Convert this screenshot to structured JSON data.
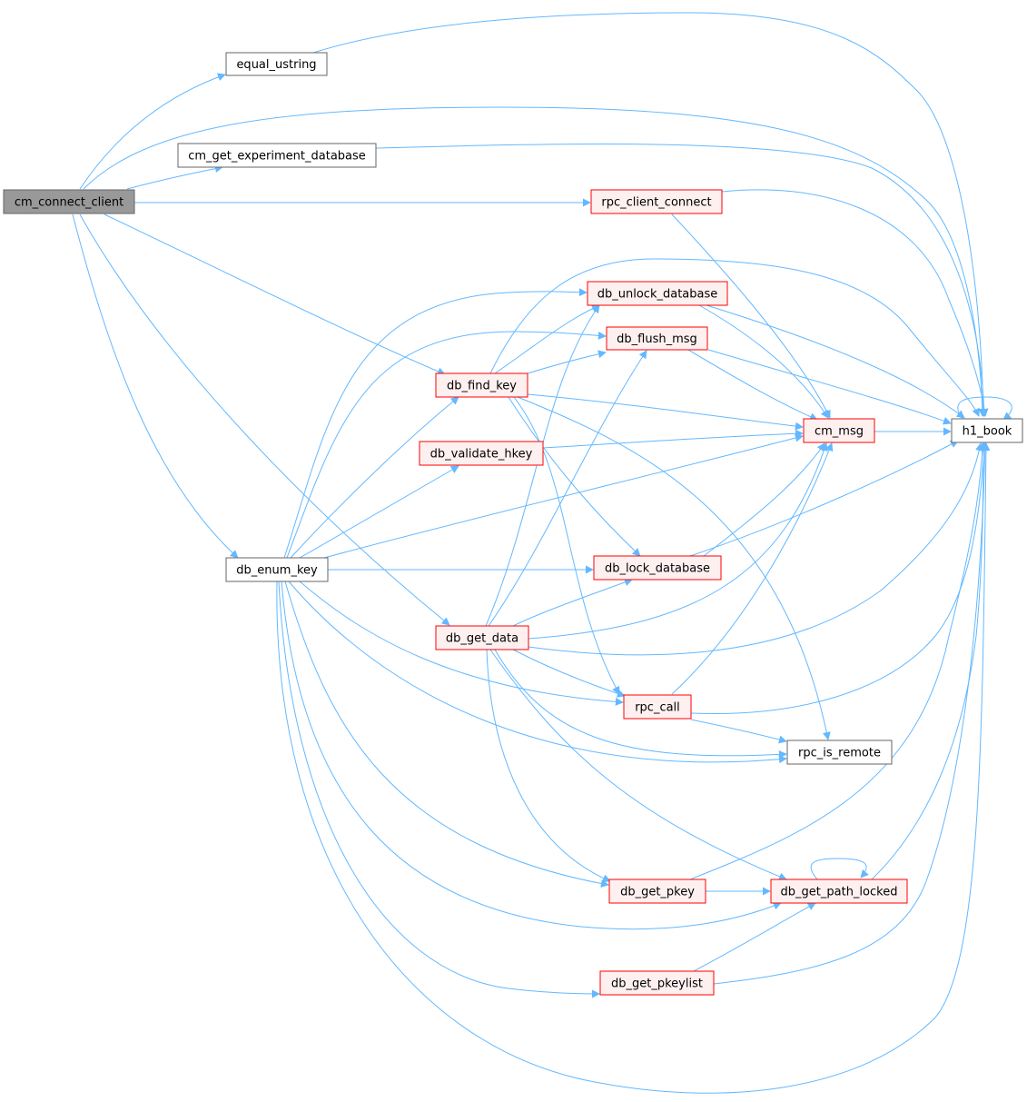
{
  "colors": {
    "edge": "#63b8ff",
    "root_fill": "#999999",
    "root_stroke": "#666666",
    "plain_stroke": "#666666",
    "highlight_stroke": "#ff0000",
    "highlight_fill": "#fff0f0",
    "plain_fill": "#ffffff"
  },
  "nodes": {
    "cm_connect_client": {
      "label": "cm_connect_client",
      "kind": "root"
    },
    "equal_ustring": {
      "label": "equal_ustring",
      "kind": "plain"
    },
    "cm_get_experiment_database": {
      "label": "cm_get_experiment_database",
      "kind": "plain"
    },
    "rpc_client_connect": {
      "label": "rpc_client_connect",
      "kind": "red"
    },
    "db_unlock_database": {
      "label": "db_unlock_database",
      "kind": "red"
    },
    "db_flush_msg": {
      "label": "db_flush_msg",
      "kind": "red"
    },
    "db_find_key": {
      "label": "db_find_key",
      "kind": "red"
    },
    "db_validate_hkey": {
      "label": "db_validate_hkey",
      "kind": "red"
    },
    "cm_msg": {
      "label": "cm_msg",
      "kind": "red"
    },
    "h1_book": {
      "label": "h1_book",
      "kind": "plain"
    },
    "db_enum_key": {
      "label": "db_enum_key",
      "kind": "plain"
    },
    "db_lock_database": {
      "label": "db_lock_database",
      "kind": "red"
    },
    "db_get_data": {
      "label": "db_get_data",
      "kind": "red"
    },
    "rpc_call": {
      "label": "rpc_call",
      "kind": "red"
    },
    "rpc_is_remote": {
      "label": "rpc_is_remote",
      "kind": "plain"
    },
    "db_get_pkey": {
      "label": "db_get_pkey",
      "kind": "red"
    },
    "db_get_path_locked": {
      "label": "db_get_path_locked",
      "kind": "red"
    },
    "db_get_pkeylist": {
      "label": "db_get_pkeylist",
      "kind": "red"
    }
  }
}
